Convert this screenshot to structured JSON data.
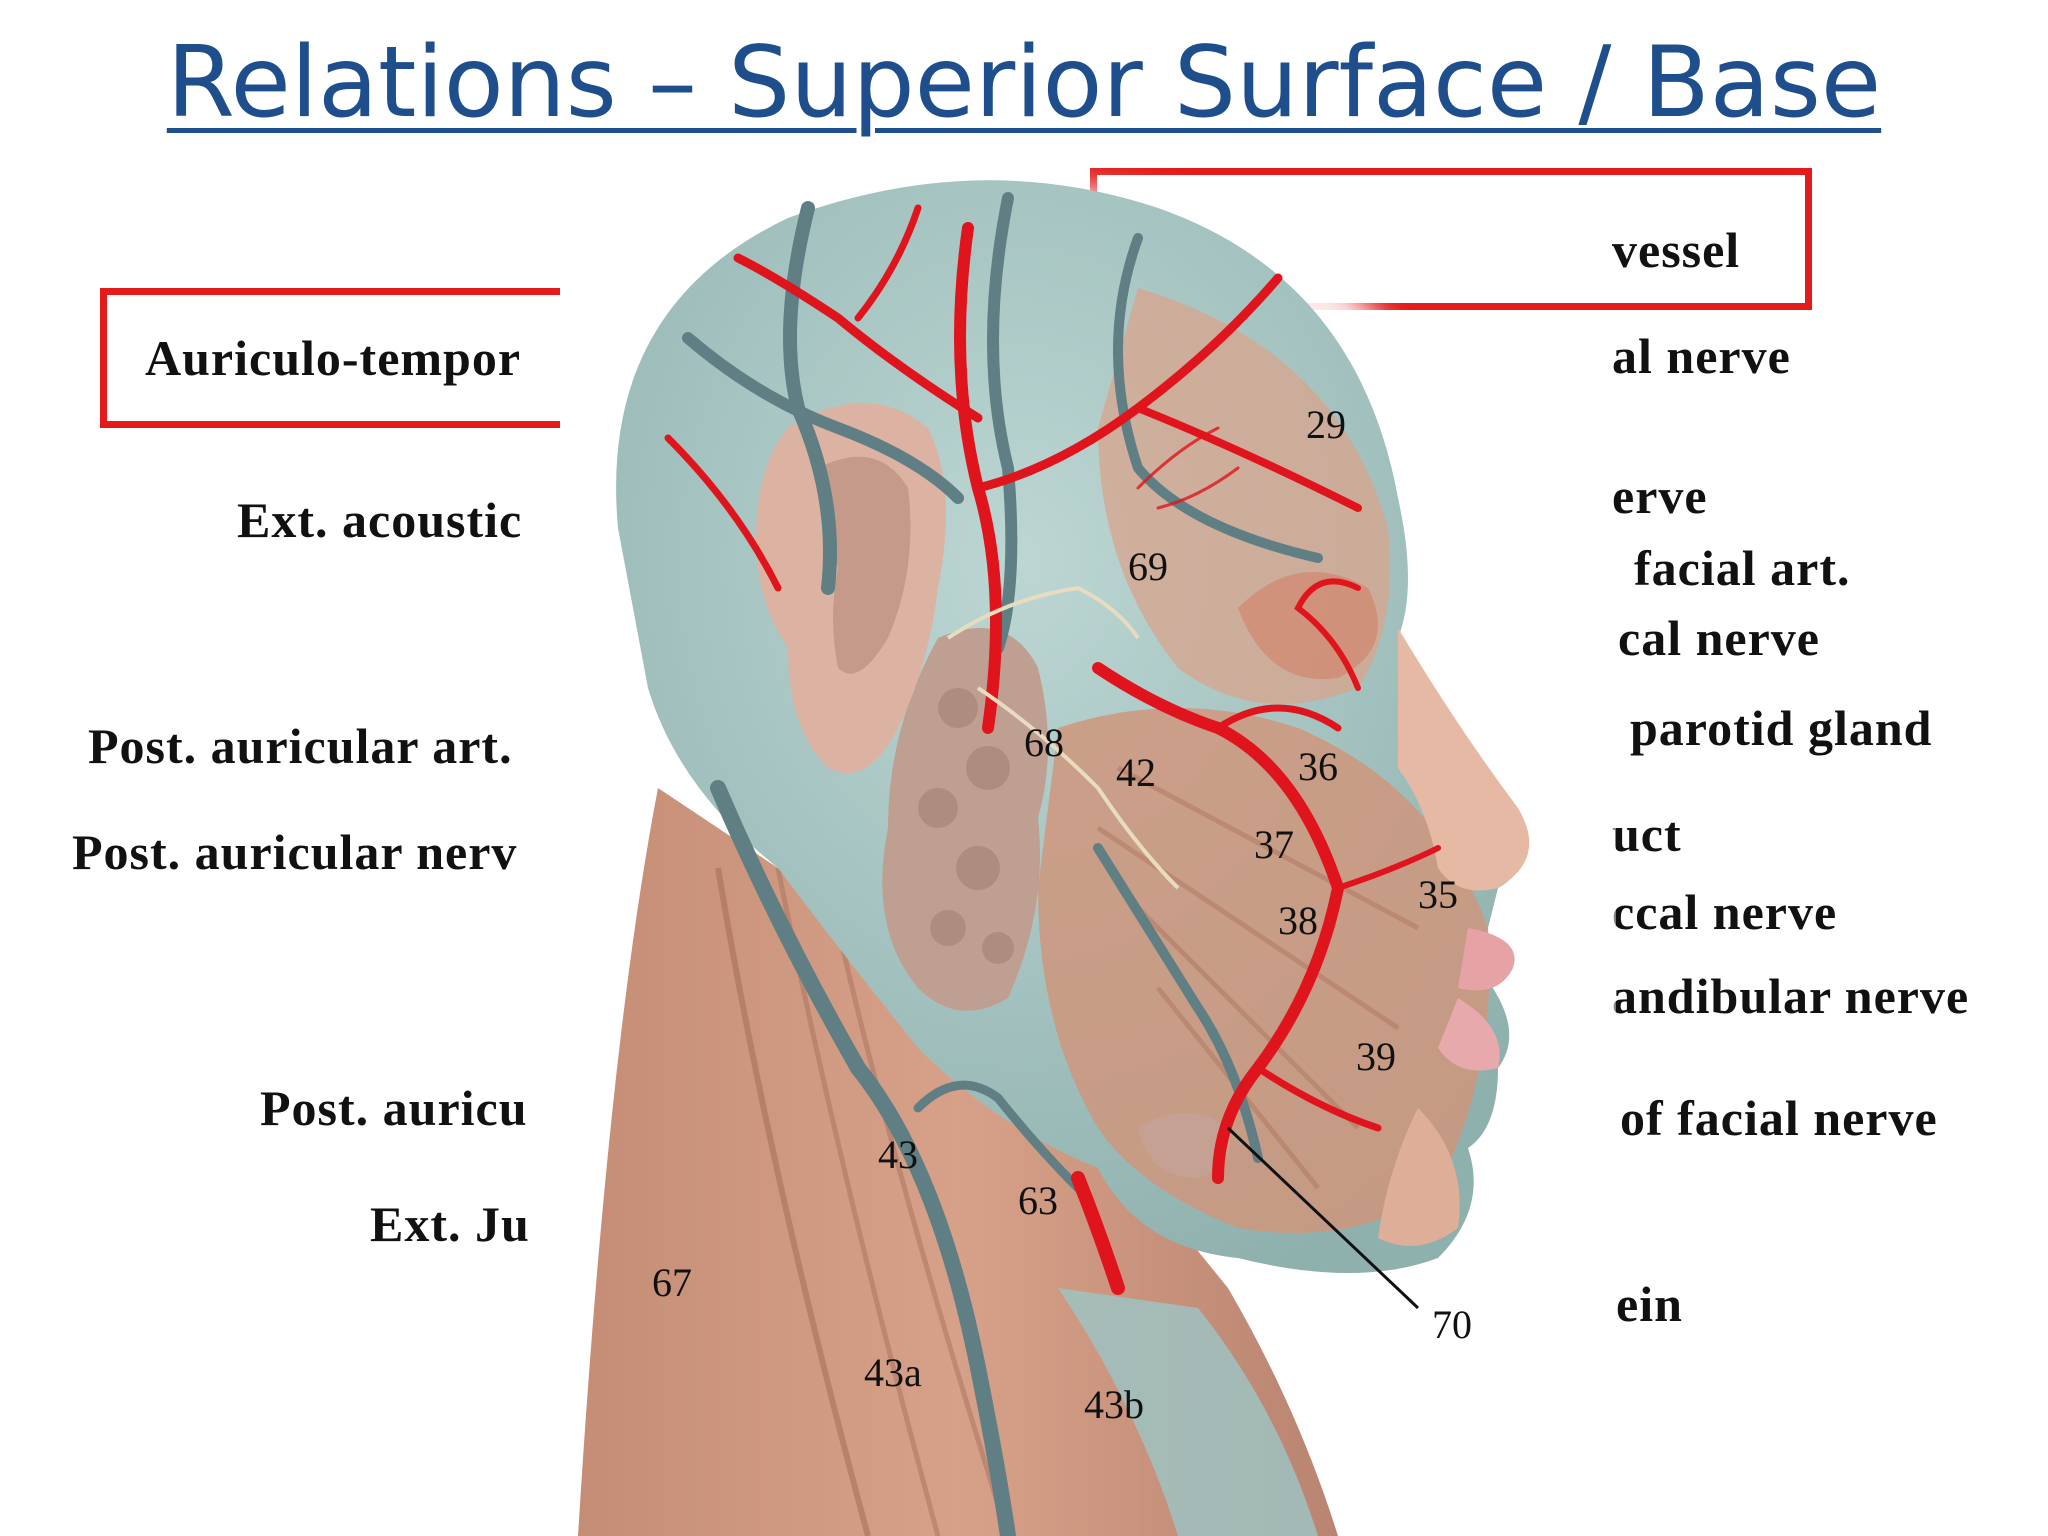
{
  "title": "Relations – Superior Surface / Base",
  "left_labels": [
    "Auriculo-tempor",
    "Ext. acoustic",
    "Post. auricular art.",
    "Post. auricular nerv",
    "Post. auricu",
    "Ext. Ju"
  ],
  "right_labels": [
    "vessel",
    "al nerve",
    "erve",
    "facial art.",
    "cal nerve",
    "parotid gland",
    "uct",
    "ccal nerve",
    "andibular nerve",
    "of facial nerve",
    "ein"
  ],
  "figure_numbers": {
    "n29": "29",
    "n69": "69",
    "n68": "68",
    "n42": "42",
    "n36": "36",
    "n37": "37",
    "n38": "38",
    "n35": "35",
    "n39": "39",
    "n43": "43",
    "n63": "63",
    "n67": "67",
    "n70": "70",
    "n43a": "43a",
    "n43b": "43b"
  },
  "colors": {
    "title": "#1f4e8c",
    "highlight_box": "#e31b1b",
    "artery": "#e0141c",
    "vein": "#5f7f84",
    "muscle": "#c9927a",
    "fascia": "#a9c6c4",
    "gland": "#b89a8e",
    "skin": "#e2b4a0"
  }
}
